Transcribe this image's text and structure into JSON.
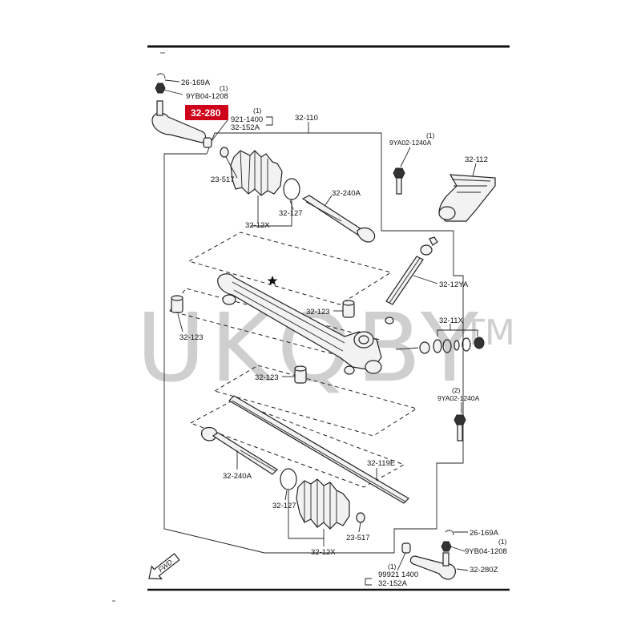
{
  "watermark": {
    "text": "UKQBY",
    "mark": "TM"
  },
  "highlighted_part": {
    "label": "32-280",
    "color": "#d0021b"
  },
  "labels": {
    "l_26169a_top": "26-169A",
    "l_9yb04_top": "9YB04-1208",
    "l_9yb04_top_qty": "(1)",
    "l_99921_top": "921-1400",
    "l_99921_top_qty": "(1)",
    "l_32152a_top": "32-152A",
    "l_32110": "32-110",
    "l_9ya02_top": "9YA02-1240A",
    "l_9ya02_top_qty": "(1)",
    "l_32112": "32-112",
    "l_23517_top": "23-517",
    "l_32127_top": "32-127",
    "l_32240a_top": "32-240A",
    "l_3212x_top": "32-12X",
    "l_3212ya": "32-12YA",
    "l_32123_left": "32-123",
    "l_32123_center": "32-123",
    "l_32123_lower": "32-123",
    "l_3211x": "32-11X",
    "l_9ya02_bot": "9YA02-1240A",
    "l_9ya02_bot_qty": "(2)",
    "l_32119e": "32-119E",
    "l_32240a_bot": "32-240A",
    "l_32127_bot": "32-127",
    "l_23517_bot": "23-517",
    "l_3212x_bot": "32-12X",
    "l_26169a_bot": "26-169A",
    "l_9yb04_bot": "9YB04-1208",
    "l_9yb04_bot_qty": "(1)",
    "l_32280z": "32-280Z",
    "l_99921_bot": "99921 1400",
    "l_99921_bot_qty": "(1)",
    "l_32152a_bot": "32-152A",
    "l_fwd": "FWD"
  },
  "icons": [
    "front-direction-arrow-icon",
    "star-marker-icon"
  ],
  "colors": {
    "line": "#222222",
    "highlight": "#d0021b",
    "watermark": "#cfcfcf"
  }
}
